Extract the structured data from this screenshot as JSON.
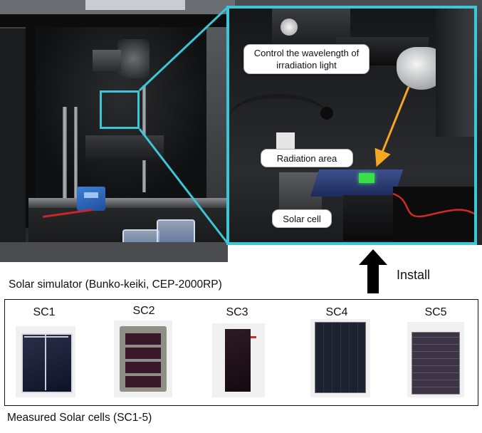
{
  "callouts": {
    "control": "Control the wavelength of irradiation light",
    "radiation": "Radiation area",
    "solar_cell": "Solar cell"
  },
  "labels": {
    "install": "Install",
    "simulator": "Solar simulator (Bunko-keiki, CEP-2000RP)",
    "measured": "Measured Solar cells (SC1-5)"
  },
  "cells": [
    {
      "label": "SC1"
    },
    {
      "label": "SC2"
    },
    {
      "label": "SC3"
    },
    {
      "label": "SC4"
    },
    {
      "label": "SC5"
    }
  ],
  "colors": {
    "highlight": "#3cc6d6",
    "arrow_orange": "#f5a623",
    "radiation_green": "#39e04a",
    "install_arrow": "#000000"
  }
}
